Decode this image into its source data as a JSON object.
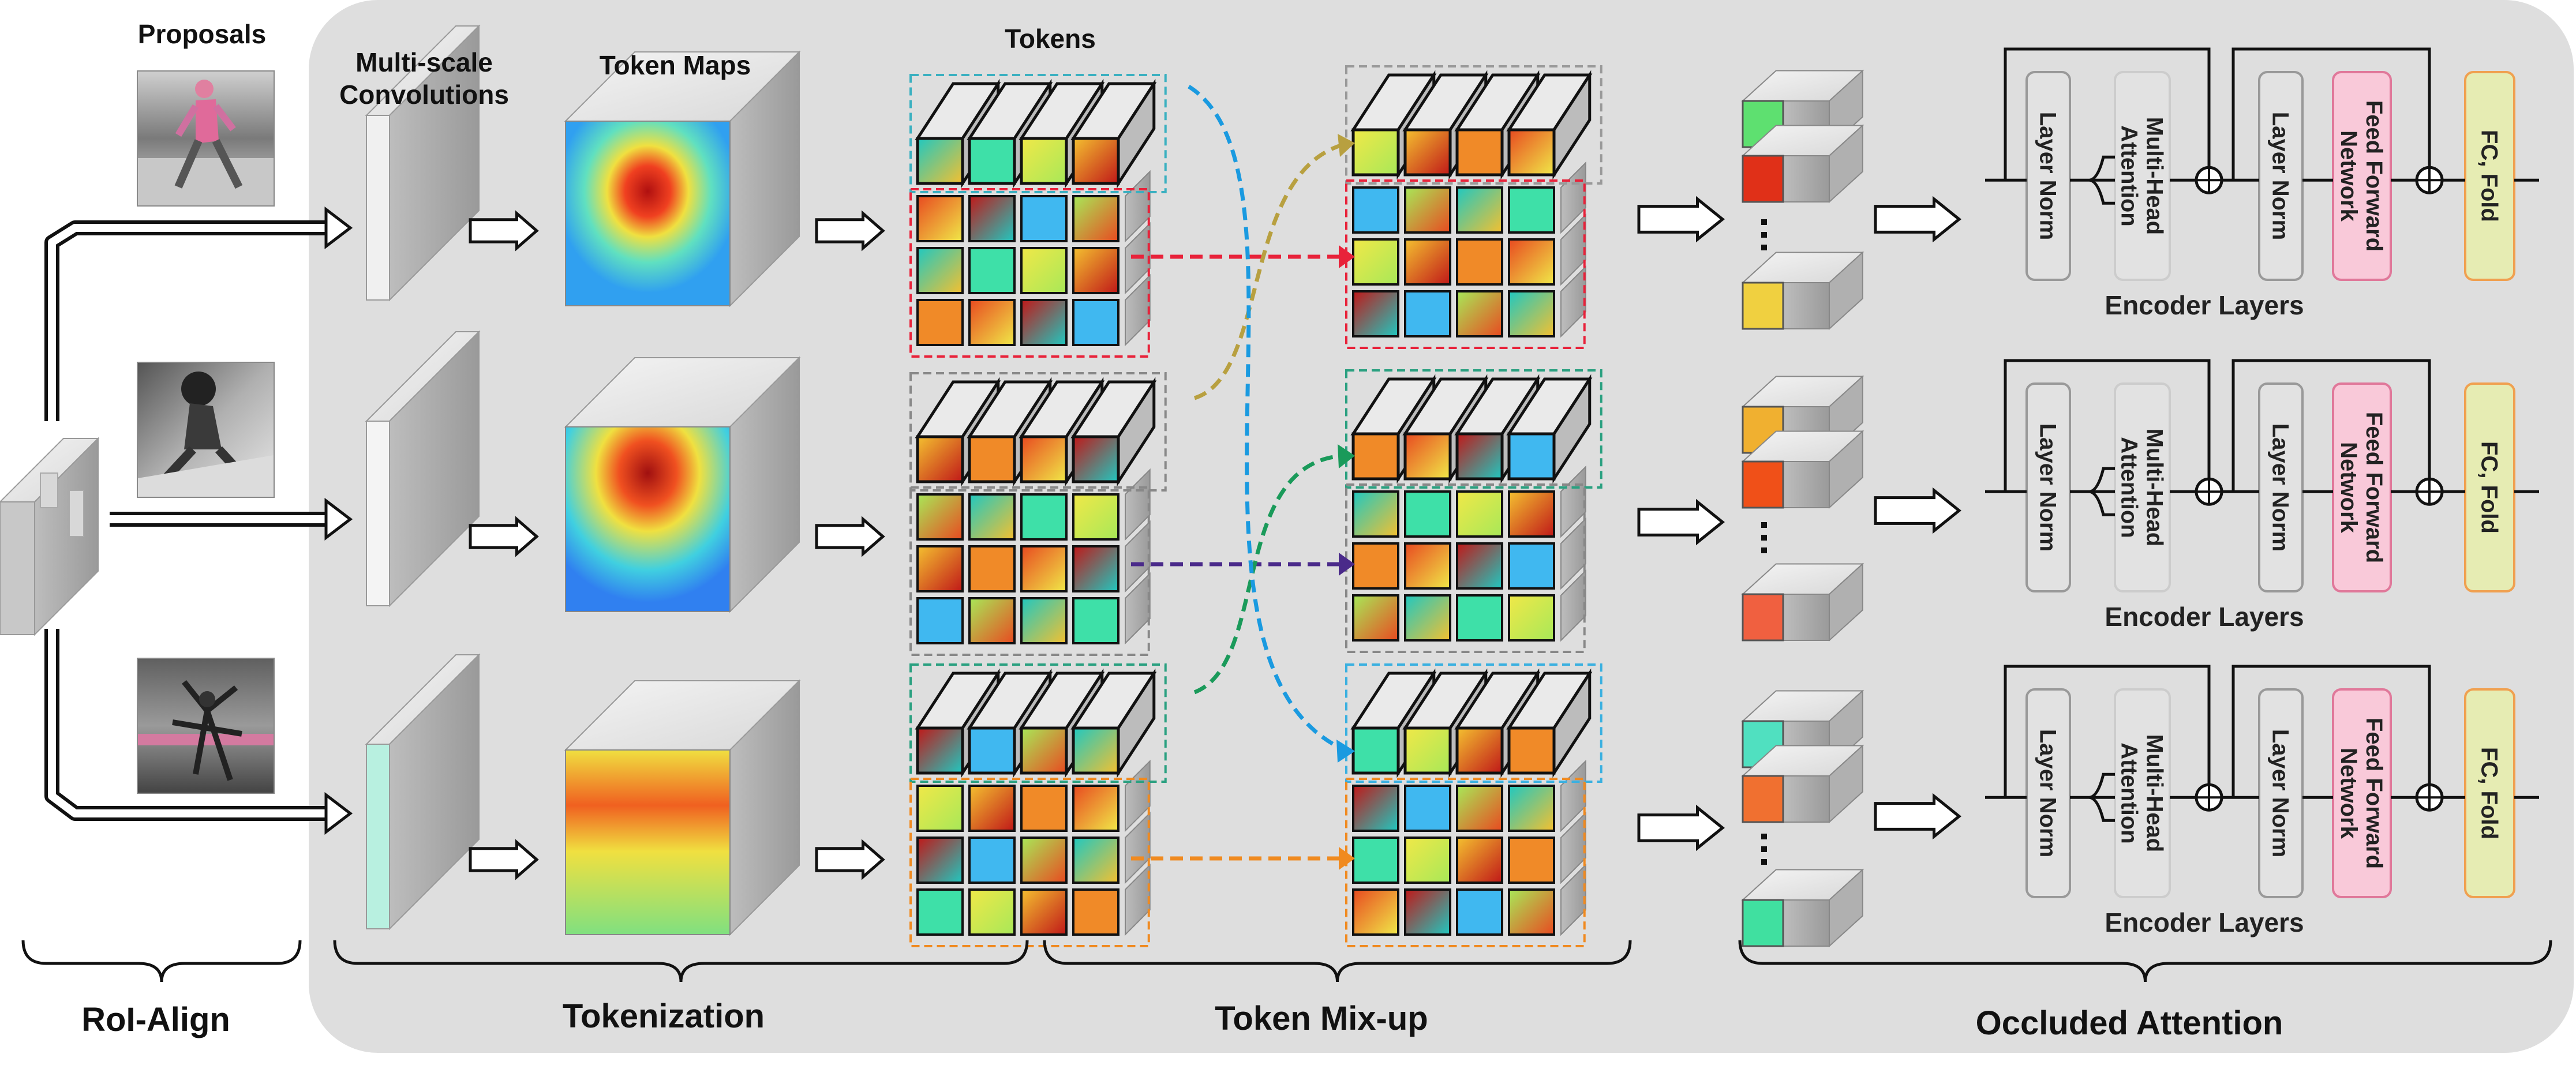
{
  "labels": {
    "proposals": "Proposals",
    "multiscale": "Multi-scale\nConvolutions",
    "token_maps": "Token Maps",
    "tokens": "Tokens",
    "roi_align": "RoI-Align",
    "tokenization": "Tokenization",
    "token_mixup": "Token Mix-up",
    "occluded_attention": "Occluded Attention"
  },
  "encoder": {
    "layer_norm": "Layer Norm",
    "mha_line1": "Multi-Head",
    "mha_line2": "Attention",
    "ffn_line1": "Feed Forward",
    "ffn_line2": "Network",
    "fc_fold": "FC, Fold",
    "title": "Encoder Layers"
  },
  "colors": {
    "panel_bg": "#dedede",
    "ffn_fill": "#f9c9d9",
    "ffn_stroke": "#e0789a",
    "fc_fill": "#e6ecb3",
    "fc_stroke": "#f0a050",
    "arrow_red": "#e8223a",
    "arrow_purple": "#4a2a8a",
    "arrow_orange": "#f08a20",
    "arrow_olive": "#b8a040",
    "arrow_green": "#1a9a5a",
    "arrow_blue": "#1a9ae0"
  },
  "icons": {
    "thick_arrow": "hollow-right-arrow-icon",
    "plus": "circle-plus-icon",
    "brace": "curly-brace-icon",
    "ellipsis": "vertical-dots-icon"
  }
}
